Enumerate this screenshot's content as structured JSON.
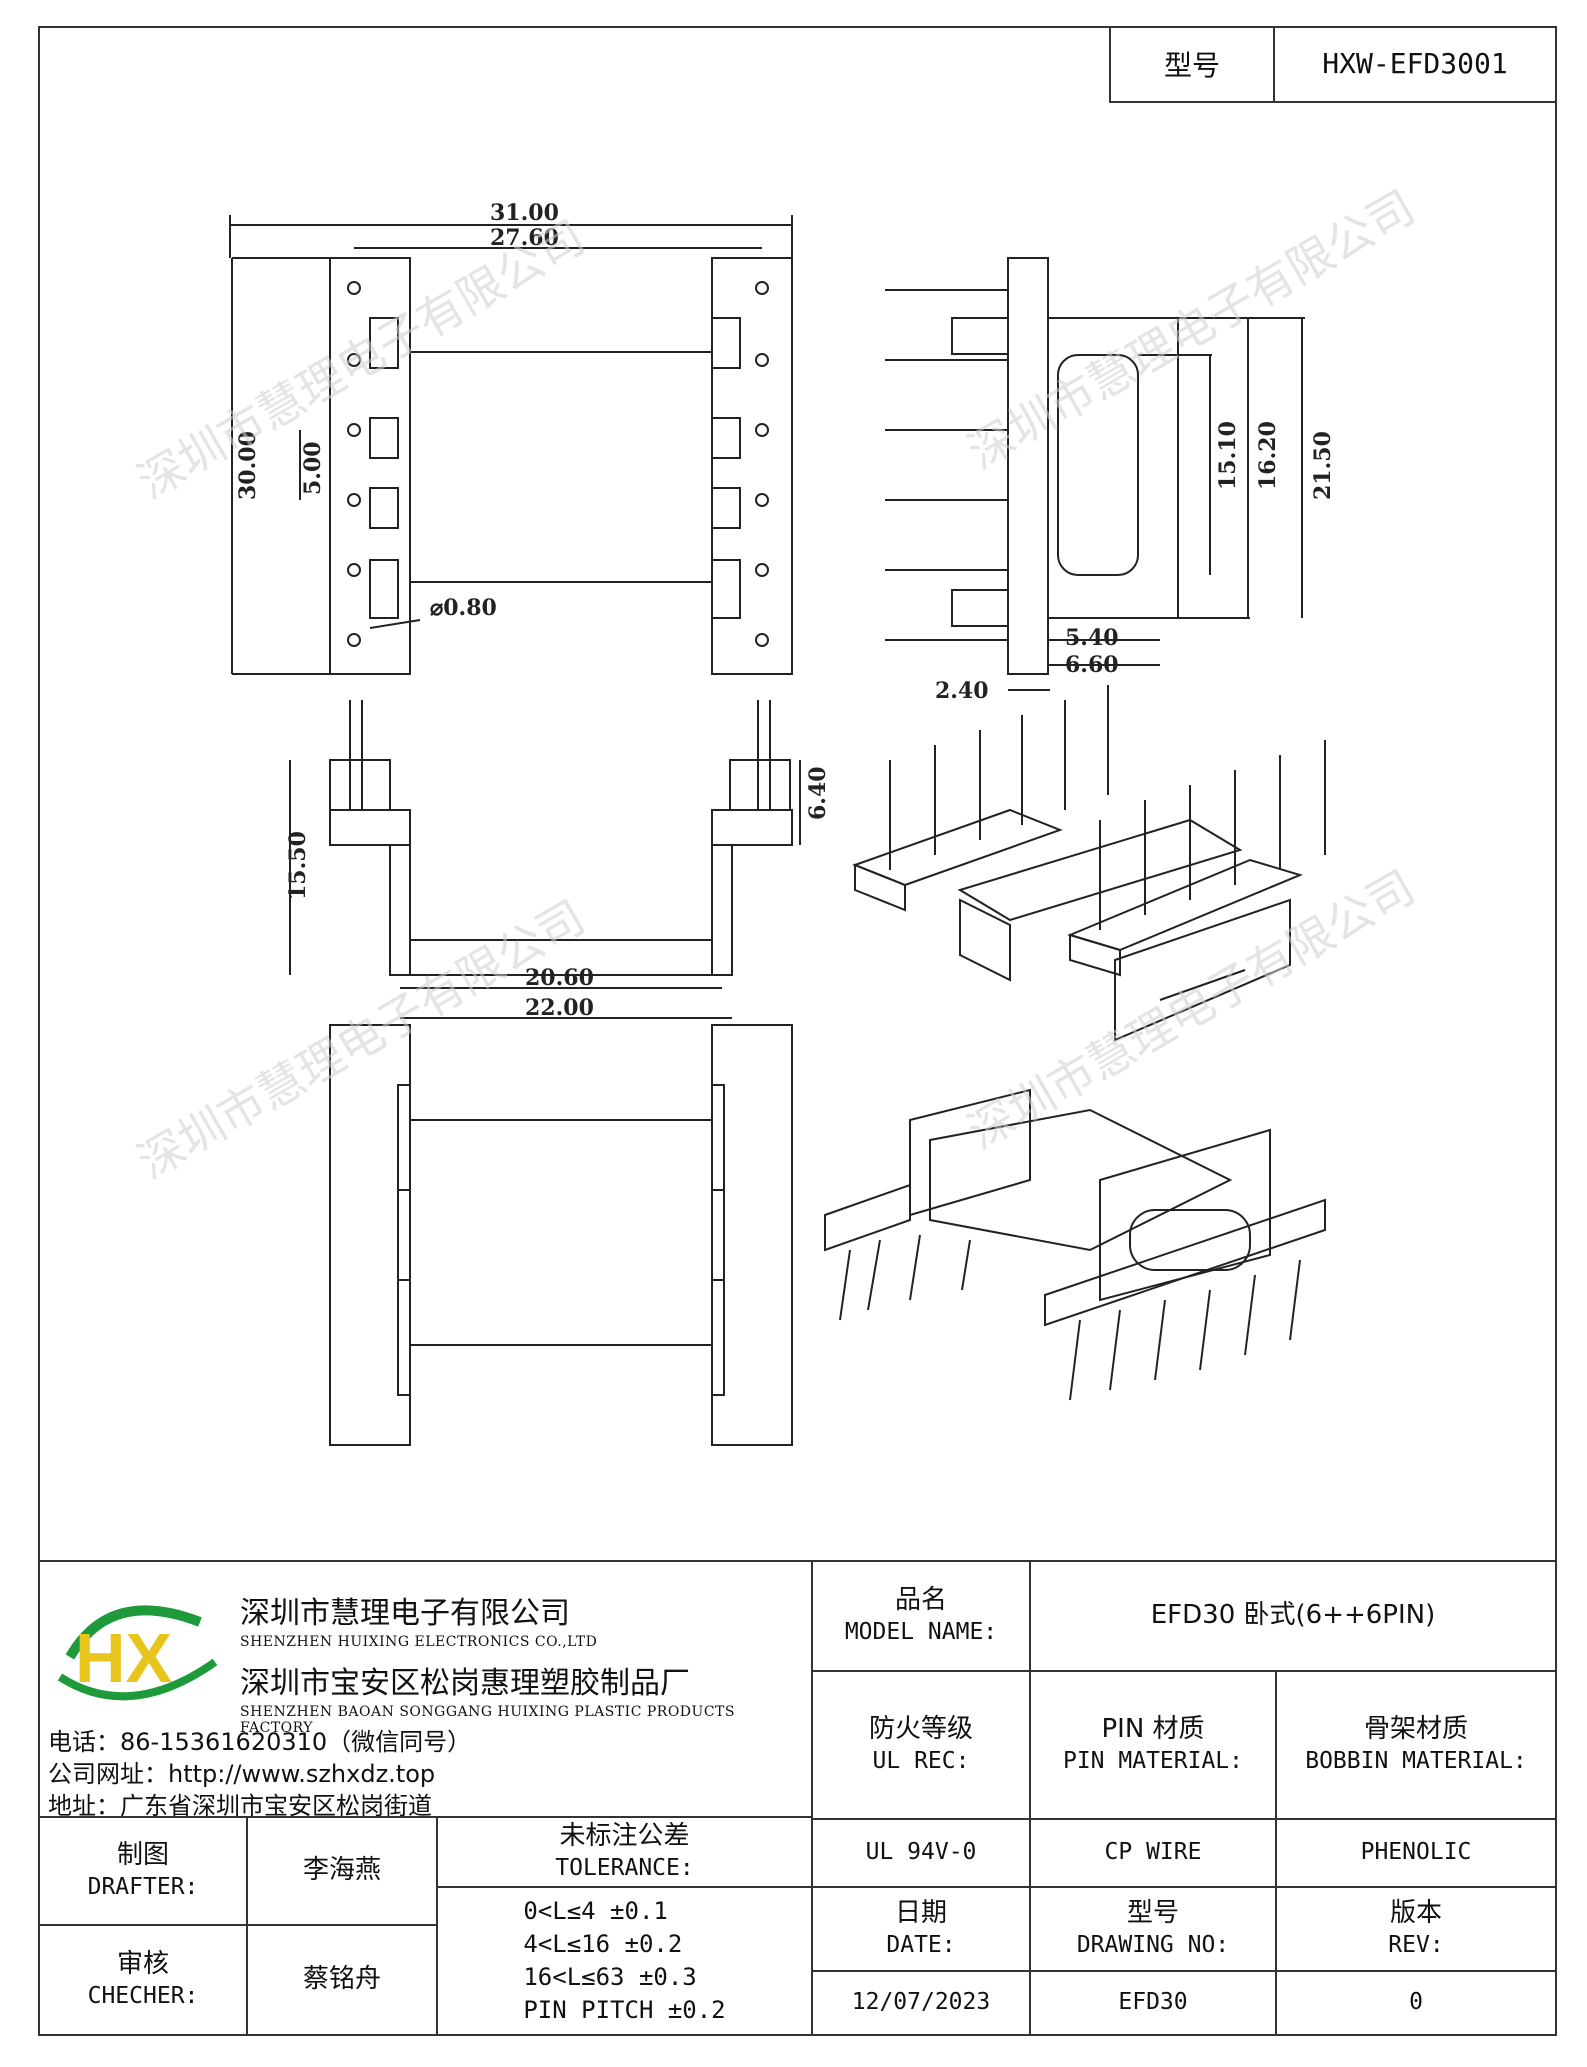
{
  "header": {
    "model_label": "型号",
    "model_value": "HXW-EFD3001"
  },
  "dimensions": {
    "d_31": "31.00",
    "d_27_6": "27.60",
    "d_30": "30.00",
    "d_5": "5.00",
    "d_phi": "⌀0.80",
    "d_15_1": "15.10",
    "d_16_2": "16.20",
    "d_21_5": "21.50",
    "d_5_4": "5.40",
    "d_6_6": "6.60",
    "d_2_4": "2.40",
    "d_6_4": "6.40",
    "d_15_5": "15.50",
    "d_20_6": "20.60",
    "d_22": "22.00"
  },
  "watermark": "深圳市慧理电子有限公司",
  "company": {
    "name_cn": "深圳市慧理电子有限公司",
    "name_en": "SHENZHEN HUIXING ELECTRONICS CO.,LTD",
    "factory_cn": "深圳市宝安区松岗惠理塑胶制品厂",
    "factory_en": "SHENZHEN BAOAN SONGGANG HUIXING PLASTIC PRODUCTS FACTORY",
    "phone": "电话：86-15361620310（微信同号）",
    "website": "公司网址：http://www.szhxdz.top",
    "address": "地址：广东省深圳市宝安区松岗街道",
    "logo_text": "HX",
    "logo_green": "#1f9a3a",
    "logo_yellow": "#e8c51c"
  },
  "title_block": {
    "model_name_cn": "品名",
    "model_name_en": "MODEL NAME:",
    "model_name_value": "EFD30 卧式(6++6PIN)",
    "ul_cn": "防火等级",
    "ul_en": "UL REC:",
    "pin_cn": "PIN 材质",
    "pin_en": "PIN MATERIAL:",
    "bobbin_cn": "骨架材质",
    "bobbin_en": "BOBBIN MATERIAL:",
    "ul_value": "UL 94V-0",
    "pin_value": "CP WIRE",
    "bobbin_value": "PHENOLIC",
    "drafter_cn": "制图",
    "drafter_en": "DRAFTER:",
    "drafter_name": "李海燕",
    "checker_cn": "审核",
    "checker_en": "CHECHER:",
    "checker_name": "蔡铭舟",
    "tolerance_cn": "未标注公差",
    "tolerance_en": "TOLERANCE:",
    "tol_1": "0<L≤4  ±0.1",
    "tol_2": "4<L≤16 ±0.2",
    "tol_3": "16<L≤63 ±0.3",
    "tol_4": "PIN PITCH ±0.2",
    "date_cn": "日期",
    "date_en": "DATE:",
    "date_value": "12/07/2023",
    "drawing_cn": "型号",
    "drawing_en": "DRAWING NO:",
    "drawing_value": "EFD30",
    "rev_cn": "版本",
    "rev_en": "REV:",
    "rev_value": "0"
  }
}
